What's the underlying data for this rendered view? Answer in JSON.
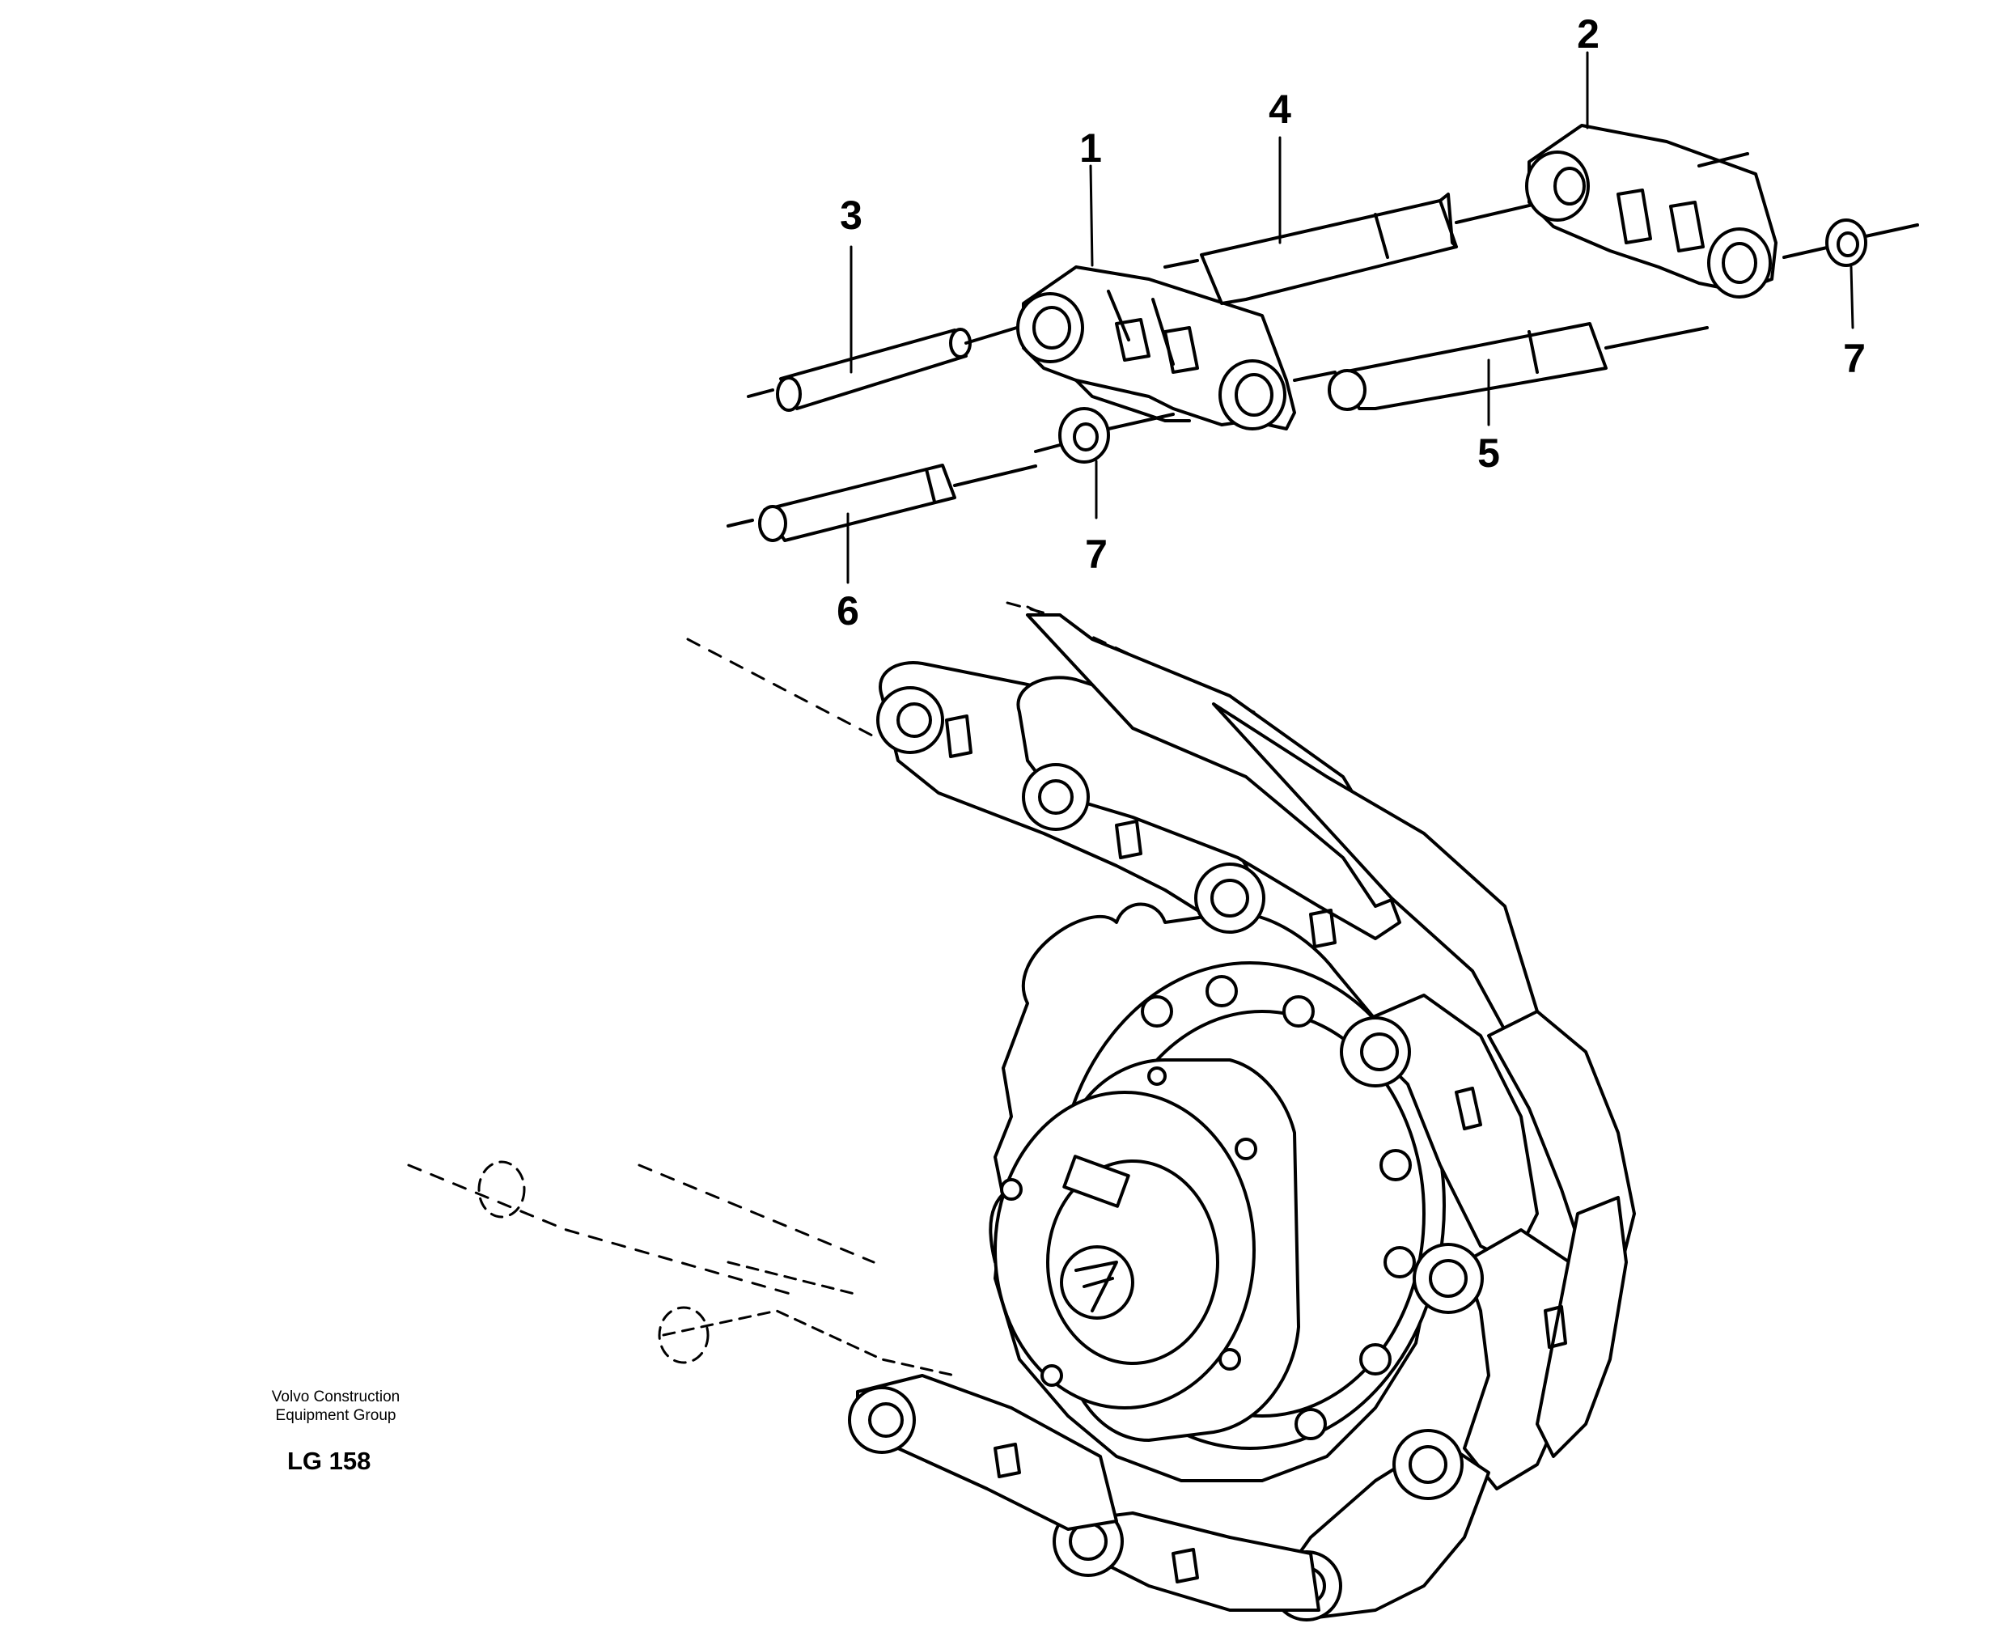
{
  "callouts": [
    {
      "id": "c1",
      "text": "1"
    },
    {
      "id": "c2",
      "text": "2"
    },
    {
      "id": "c3",
      "text": "3"
    },
    {
      "id": "c4",
      "text": "4"
    },
    {
      "id": "c5",
      "text": "5"
    },
    {
      "id": "c6",
      "text": "6"
    },
    {
      "id": "c7a",
      "text": "7"
    },
    {
      "id": "c7b",
      "text": "7"
    }
  ],
  "credit": {
    "line1": "Volvo Construction",
    "line2": "Equipment Group"
  },
  "reference": "LG 158",
  "colors": {
    "ink": "#000000",
    "paper": "#ffffff"
  }
}
